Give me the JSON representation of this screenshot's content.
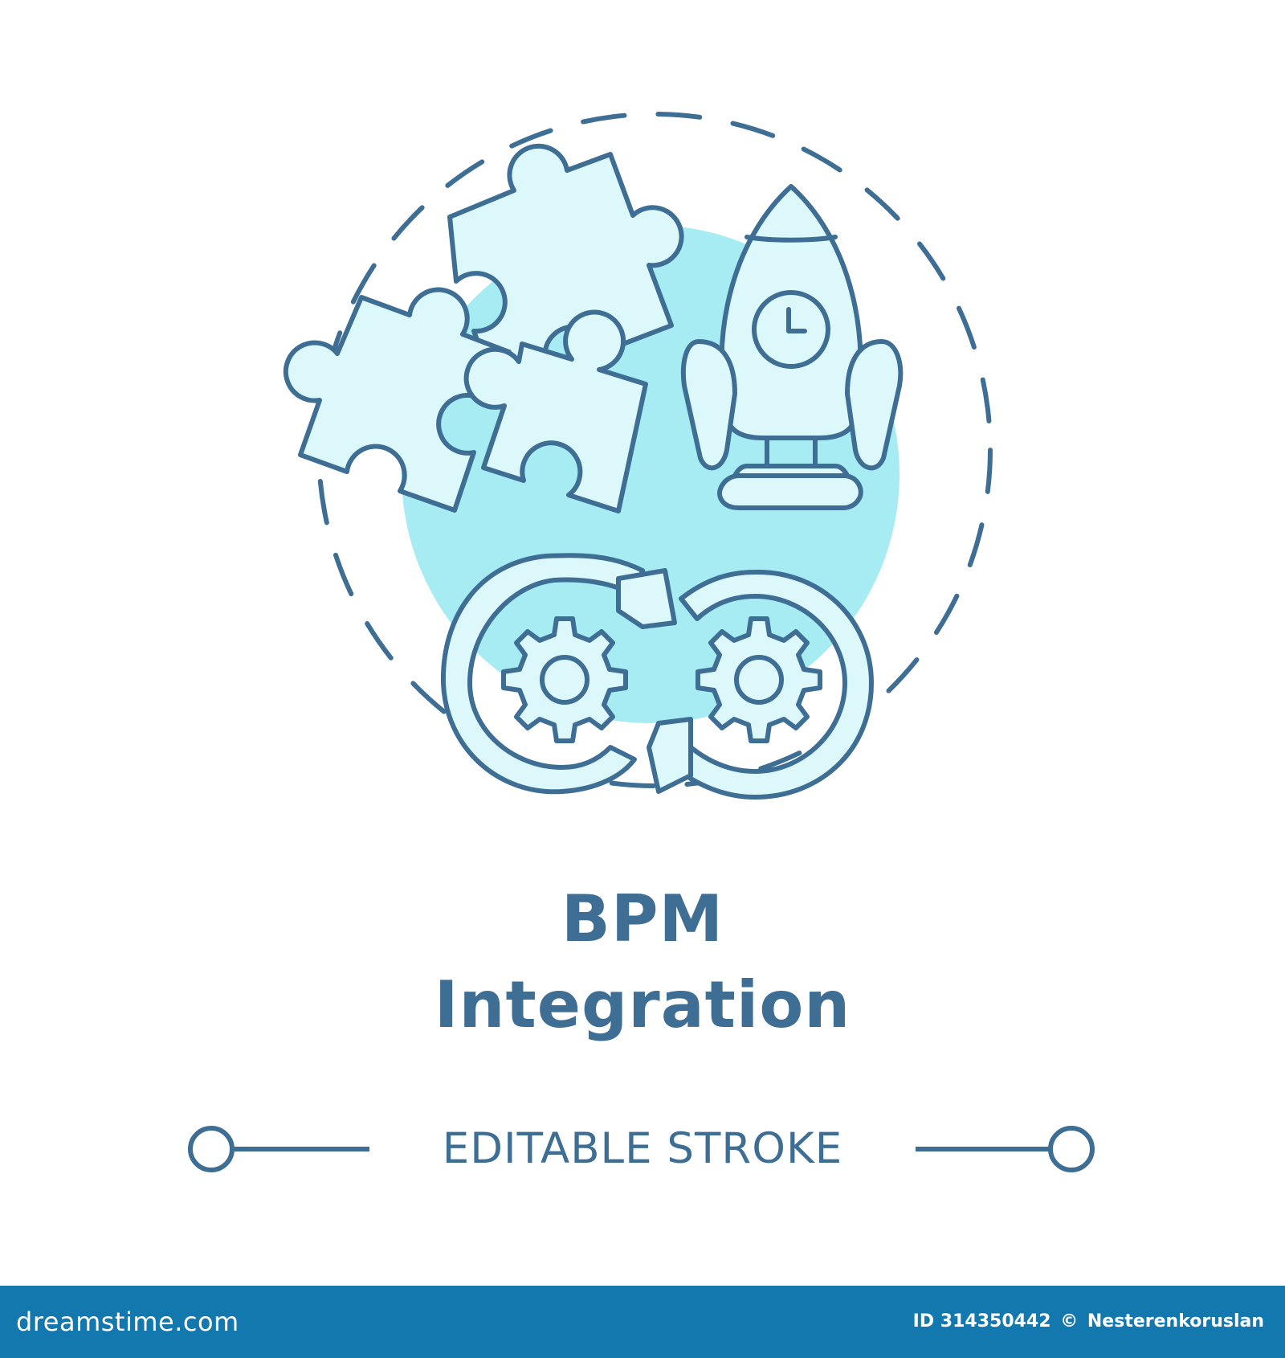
{
  "colors": {
    "stroke": "#3E6E94",
    "light_fill": "#DDF8FB",
    "blob_fill": "#A7ECF2",
    "footer_bg": "#1278AE",
    "footer_text": "#FFFFFF"
  },
  "title": {
    "line1": "BPM",
    "line2": "Integration"
  },
  "editable_stroke": {
    "label": "EDITABLE STROKE"
  },
  "icons": {
    "puzzle": "puzzle-pieces-icon",
    "rocket": "rocket-clock-icon",
    "gears": "gear-cycle-icon"
  },
  "footer": {
    "site": "dreamstime.com",
    "id_label": "ID 314350442",
    "copyright": "©",
    "author": "Nesterenkoruslan"
  }
}
